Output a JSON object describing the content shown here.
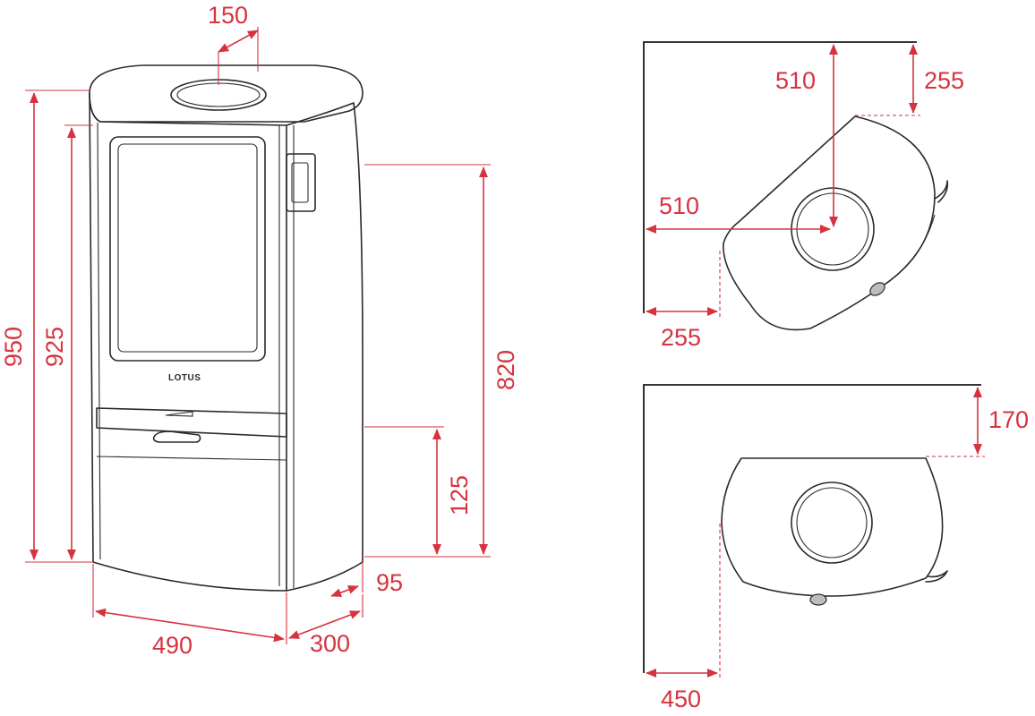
{
  "brand": "LOTUS",
  "colors": {
    "dimension": "#d6333f",
    "outline": "#2a2a2a"
  },
  "front_view": {
    "dim_top_flue": "150",
    "dim_total_height": "950",
    "dim_body_height": "925",
    "dim_rear_outlet_height": "820",
    "dim_air_inlet_height": "125",
    "dim_rear_offset": "95",
    "dim_width": "490",
    "dim_depth": "300"
  },
  "corner_top_view": {
    "dim_flue_from_back_wall": "510",
    "dim_flue_from_side_wall": "510",
    "dim_clearance_back": "255",
    "dim_clearance_side": "255"
  },
  "flat_wall_top_view": {
    "dim_clearance_back": "170",
    "dim_clearance_side": "450"
  }
}
